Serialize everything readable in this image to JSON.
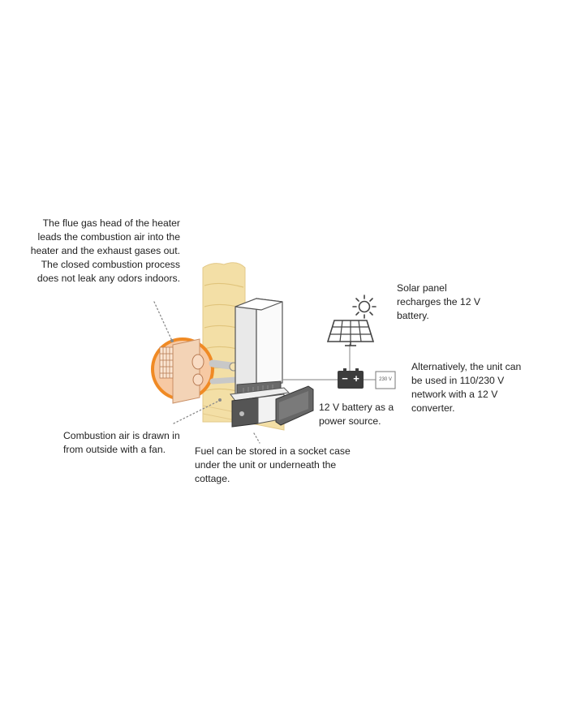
{
  "labels": {
    "flue_gas": [
      "The flue gas head of the heater",
      "leads the combustion air into the",
      "heater and the exhaust gases out.",
      "The closed combustion process",
      "does not leak any odors indoors."
    ],
    "solar": [
      "Solar panel",
      "recharges the 12 V",
      "battery."
    ],
    "converter": [
      "Alternatively, the unit can",
      "be used in 110/230 V",
      "network with a 12 V",
      "converter."
    ],
    "battery": [
      "12 V battery as a",
      "power source."
    ],
    "air": [
      "Combustion air is drawn in",
      "from outside with a fan."
    ],
    "fuel": [
      "Fuel can be stored in a socket case",
      "under the unit or underneath the",
      "cottage."
    ]
  },
  "converter_box": {
    "text": "230 V"
  },
  "battery_symbols": {
    "minus": "−",
    "plus": "+"
  },
  "icons": {
    "sun": "sun-icon",
    "solar_panel": "solar-panel-icon",
    "battery": "battery-icon",
    "converter": "power-converter-icon",
    "heater": "heater-unit-illustration",
    "wall": "log-wall-illustration",
    "flue_head": "flue-gas-head-illustration",
    "fuel_case": "fuel-socket-case-illustration"
  },
  "colors": {
    "wood": "#f3dfa6",
    "wood_line": "#e0c47c",
    "highlight_ring": "#f08a24",
    "highlight_fill": "#f7c9a3",
    "heater_body": "#f4f4f4",
    "heater_outline": "#555555",
    "battery_body": "#3c3c3c",
    "text": "#222222"
  }
}
